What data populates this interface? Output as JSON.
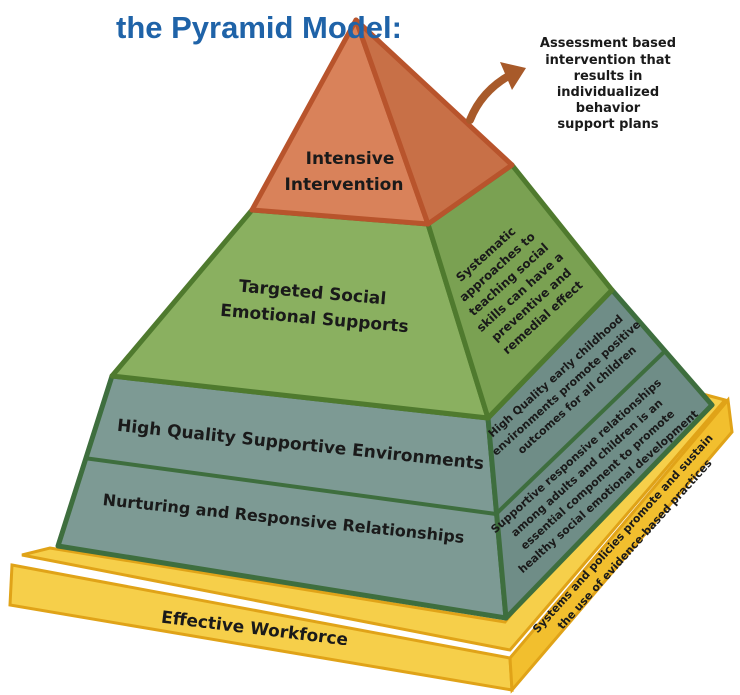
{
  "heading": "the Pyramid Model:",
  "colors": {
    "heading": "#1f63a8",
    "apex_front": "#d9825a",
    "apex_side": "#c87047",
    "apex_edge": "#b8542c",
    "green_front": "#8ab060",
    "green_side": "#7aa152",
    "green_edge": "#4f7a2e",
    "teal_front": "#7d9a94",
    "teal_side": "#6f8d87",
    "teal_edge": "#3e6e3e",
    "base_top": "#f6cf4a",
    "base_side": "#f2bf2e",
    "base_edge": "#e0a318",
    "arrow": "#a85a2a"
  },
  "annotation": {
    "lines": [
      "Assessment based",
      "intervention that",
      "results in",
      "individualized",
      "behavior",
      "support plans"
    ]
  },
  "tiers": {
    "intensive": {
      "lines": [
        "Intensive",
        "Intervention"
      ]
    },
    "targeted": {
      "lines": [
        "Targeted Social",
        "Emotional Supports"
      ],
      "side_lines": [
        "Systematic",
        "approaches to",
        "teaching social",
        "skills can have a",
        "preventive and",
        "remedial effect"
      ]
    },
    "environments": {
      "label": "High Quality Supportive Environments",
      "side_lines": [
        "High Quality early childhood",
        "environments promote positive",
        "outcomes for all children"
      ]
    },
    "relationships": {
      "label": "Nurturing and Responsive Relationships",
      "side_lines": [
        "Supportive responsive relationships",
        "among adults and children is an",
        "essential component to promote",
        "healthy social emotional development"
      ]
    },
    "workforce": {
      "label": "Effective Workforce",
      "side_lines": [
        "Systems and policies promote and sustain",
        "the use of evidence-based practices"
      ]
    }
  }
}
